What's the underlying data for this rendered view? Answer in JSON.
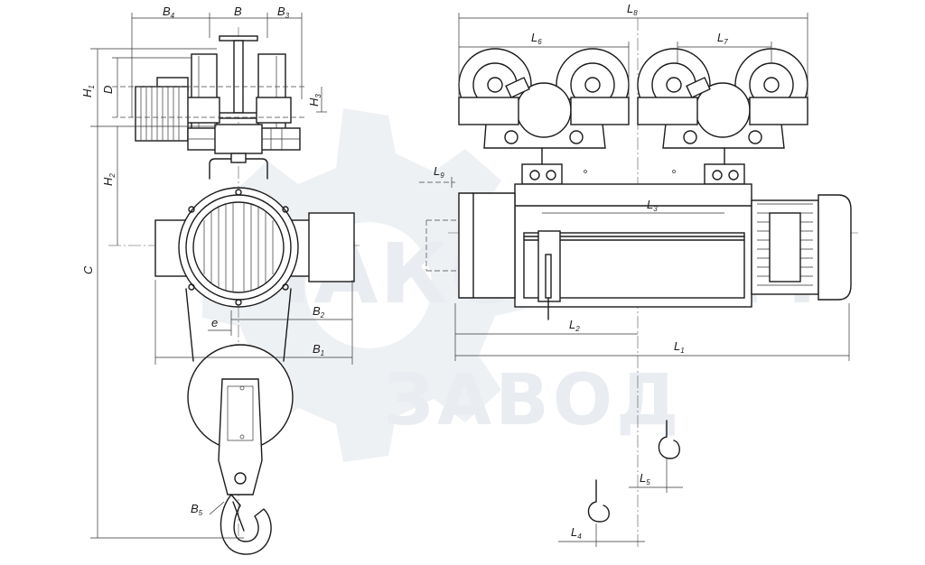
{
  "watermark": {
    "line1": "МАКСИМУМ",
    "line2": "ЗАВОД",
    "color": "#e9edf1"
  },
  "colors": {
    "line": "#1b1b1b",
    "background": "#ffffff"
  },
  "dimensions": {
    "B4": {
      "main": "B",
      "sub": "4"
    },
    "B": {
      "main": "B",
      "sub": ""
    },
    "B3": {
      "main": "B",
      "sub": "3"
    },
    "H1": {
      "main": "H",
      "sub": "1"
    },
    "D": {
      "main": "D",
      "sub": ""
    },
    "H3": {
      "main": "H",
      "sub": "3"
    },
    "H2": {
      "main": "H",
      "sub": "2"
    },
    "C": {
      "main": "C",
      "sub": ""
    },
    "e": {
      "main": "e",
      "sub": ""
    },
    "B2": {
      "main": "B",
      "sub": "2"
    },
    "B1": {
      "main": "B",
      "sub": "1"
    },
    "B5": {
      "main": "B",
      "sub": "5"
    },
    "L8": {
      "main": "L",
      "sub": "8"
    },
    "L6": {
      "main": "L",
      "sub": "6"
    },
    "L7": {
      "main": "L",
      "sub": "7"
    },
    "L9": {
      "main": "L",
      "sub": "9"
    },
    "L3": {
      "main": "L",
      "sub": "3"
    },
    "L2": {
      "main": "L",
      "sub": "2"
    },
    "L1": {
      "main": "L",
      "sub": "1"
    },
    "L5": {
      "main": "L",
      "sub": "5"
    },
    "L4": {
      "main": "L",
      "sub": "4"
    }
  }
}
